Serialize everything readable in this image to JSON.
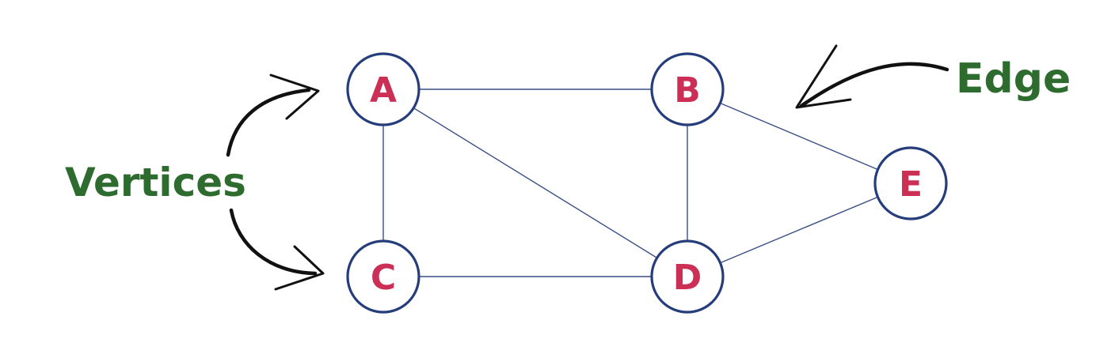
{
  "diagram": {
    "vertices": [
      {
        "id": "A",
        "label": "A"
      },
      {
        "id": "B",
        "label": "B"
      },
      {
        "id": "C",
        "label": "C"
      },
      {
        "id": "D",
        "label": "D"
      },
      {
        "id": "E",
        "label": "E"
      }
    ],
    "edges": [
      {
        "from": "A",
        "to": "B"
      },
      {
        "from": "A",
        "to": "C"
      },
      {
        "from": "A",
        "to": "D"
      },
      {
        "from": "B",
        "to": "D"
      },
      {
        "from": "B",
        "to": "E"
      },
      {
        "from": "C",
        "to": "D"
      },
      {
        "from": "D",
        "to": "E"
      }
    ],
    "annotations": {
      "vertices_label": "Vertices",
      "edge_label": "Edge"
    },
    "colors": {
      "node_stroke": "#263d7c",
      "node_label": "#cc2f55",
      "edge": "#3a4f86",
      "annotation_text": "#2e6b2e",
      "arrow": "#111111"
    }
  }
}
